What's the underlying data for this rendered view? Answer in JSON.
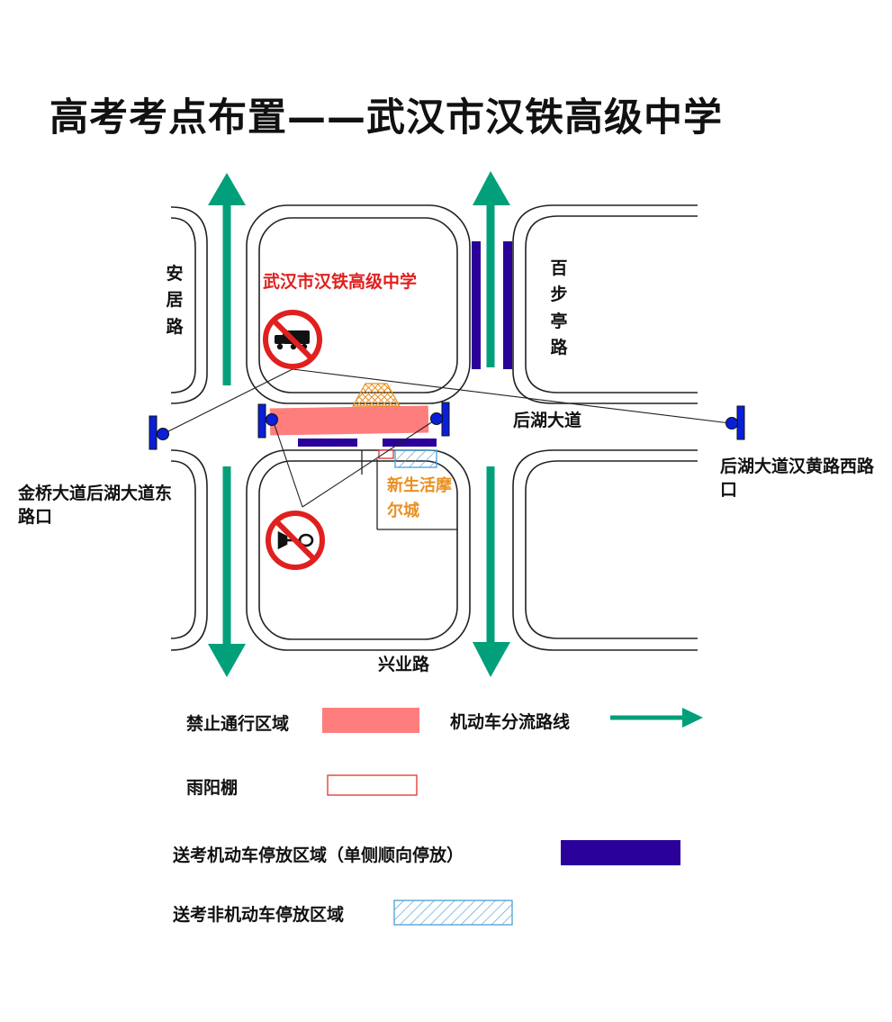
{
  "title": "高考考点布置——武汉市汉铁高级中学",
  "map": {
    "school_name": "武汉市汉铁高级中学",
    "mall_name": "新生活摩尔城",
    "roads": {
      "anju": "安居路",
      "baibuting": "百步亭路",
      "houhu": "后湖大道",
      "xingye": "兴业路"
    },
    "checkpoints": {
      "west": "金桥大道后湖大道东路口",
      "east": "后湖大道汉黄路西路口"
    },
    "signs": [
      "no-trucks-sign",
      "no-honking-sign"
    ]
  },
  "legend": {
    "no_traffic": "禁止通行区域",
    "diversion": "机动车分流路线",
    "canopy": "雨阳棚",
    "motor_parking": "送考机动车停放区域（单侧顺向停放）",
    "nonmotor_parking": "送考非机动车停放区域"
  },
  "colors": {
    "no_traffic": "#fd7e7d",
    "diversion": "#02a07a",
    "canopy": "#e0322d",
    "motor_parking": "#2a019a",
    "nonmotor_parking": "#4a9fd6",
    "checkpoint": "#0a1fd8",
    "school_text": "#e0201f",
    "mall_text": "#e99021"
  }
}
